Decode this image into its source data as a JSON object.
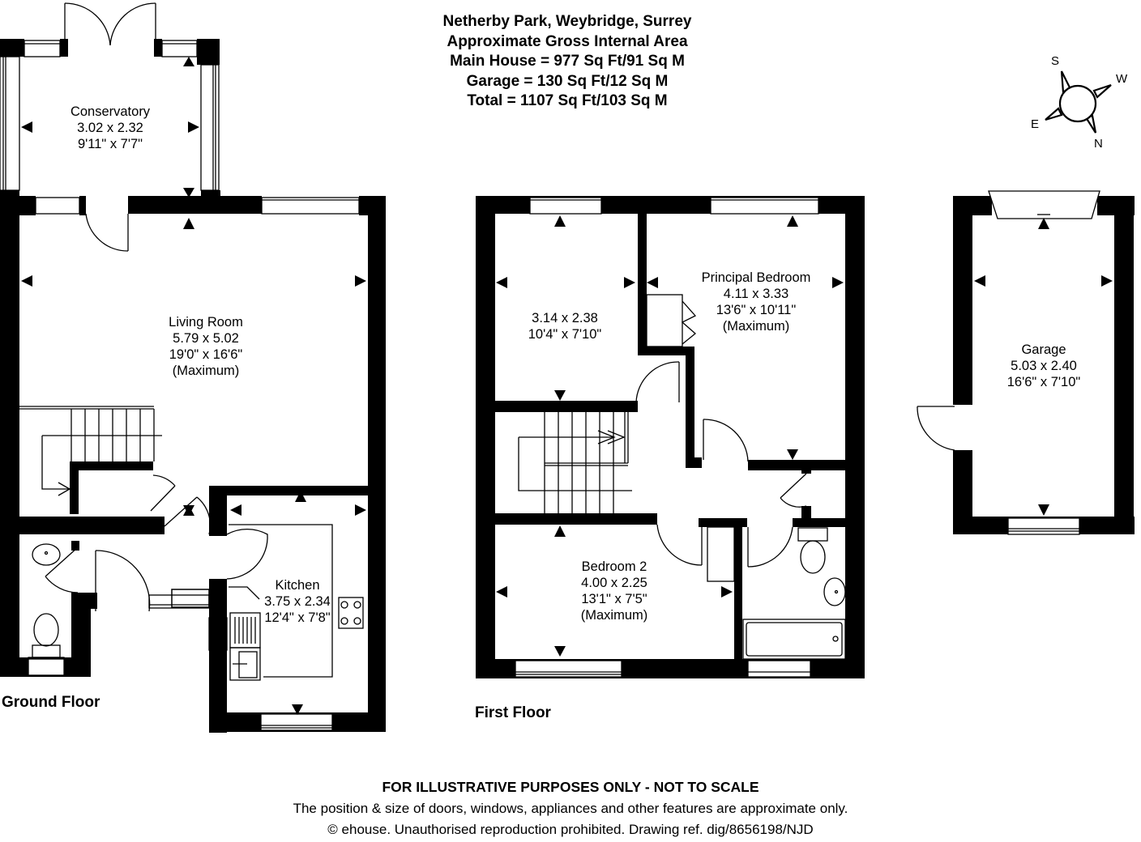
{
  "header": {
    "title": "Netherby Park, Weybridge, Surrey",
    "subtitle": "Approximate Gross Internal Area",
    "main_house": "Main House = 977 Sq Ft/91 Sq M",
    "garage": "Garage = 130 Sq Ft/12 Sq M",
    "total": "Total = 1107 Sq Ft/103 Sq M"
  },
  "compass": {
    "icon": "compass-rose-icon",
    "labels": {
      "s": "S",
      "w": "W",
      "e": "E",
      "n": "N"
    }
  },
  "floors": {
    "ground": {
      "label": "Ground Floor",
      "rooms": [
        {
          "name": "Conservatory",
          "metric": "3.02 x 2.32",
          "imperial": "9'11\" x 7'7\""
        },
        {
          "name": "Living Room",
          "metric": "5.79 x 5.02",
          "imperial": "19'0\" x 16'6\"",
          "note": "(Maximum)"
        },
        {
          "name": "Kitchen",
          "metric": "3.75 x 2.34",
          "imperial": "12'4\" x 7'8\""
        }
      ]
    },
    "first": {
      "label": "First Floor",
      "rooms": [
        {
          "name": "",
          "metric": "3.14 x 2.38",
          "imperial": "10'4\" x 7'10\""
        },
        {
          "name": "Principal Bedroom",
          "metric": "4.11 x 3.33",
          "imperial": "13'6\" x 10'11\"",
          "note": "(Maximum)"
        },
        {
          "name": "Bedroom 2",
          "metric": "4.00 x 2.25",
          "imperial": "13'1\" x 7'5\"",
          "note": "(Maximum)"
        }
      ]
    },
    "garage": {
      "rooms": [
        {
          "name": "Garage",
          "metric": "5.03 x 2.40",
          "imperial": "16'6\" x 7'10\""
        }
      ]
    }
  },
  "footer": {
    "disclaimer": "FOR ILLUSTRATIVE PURPOSES ONLY - NOT TO SCALE",
    "note": "The position & size of doors, windows, appliances and other features are approximate only.",
    "copyright": "© ehouse. Unauthorised reproduction prohibited. Drawing ref. dig/8656198/NJD"
  },
  "colors": {
    "wall": "#000000",
    "background": "#ffffff"
  }
}
